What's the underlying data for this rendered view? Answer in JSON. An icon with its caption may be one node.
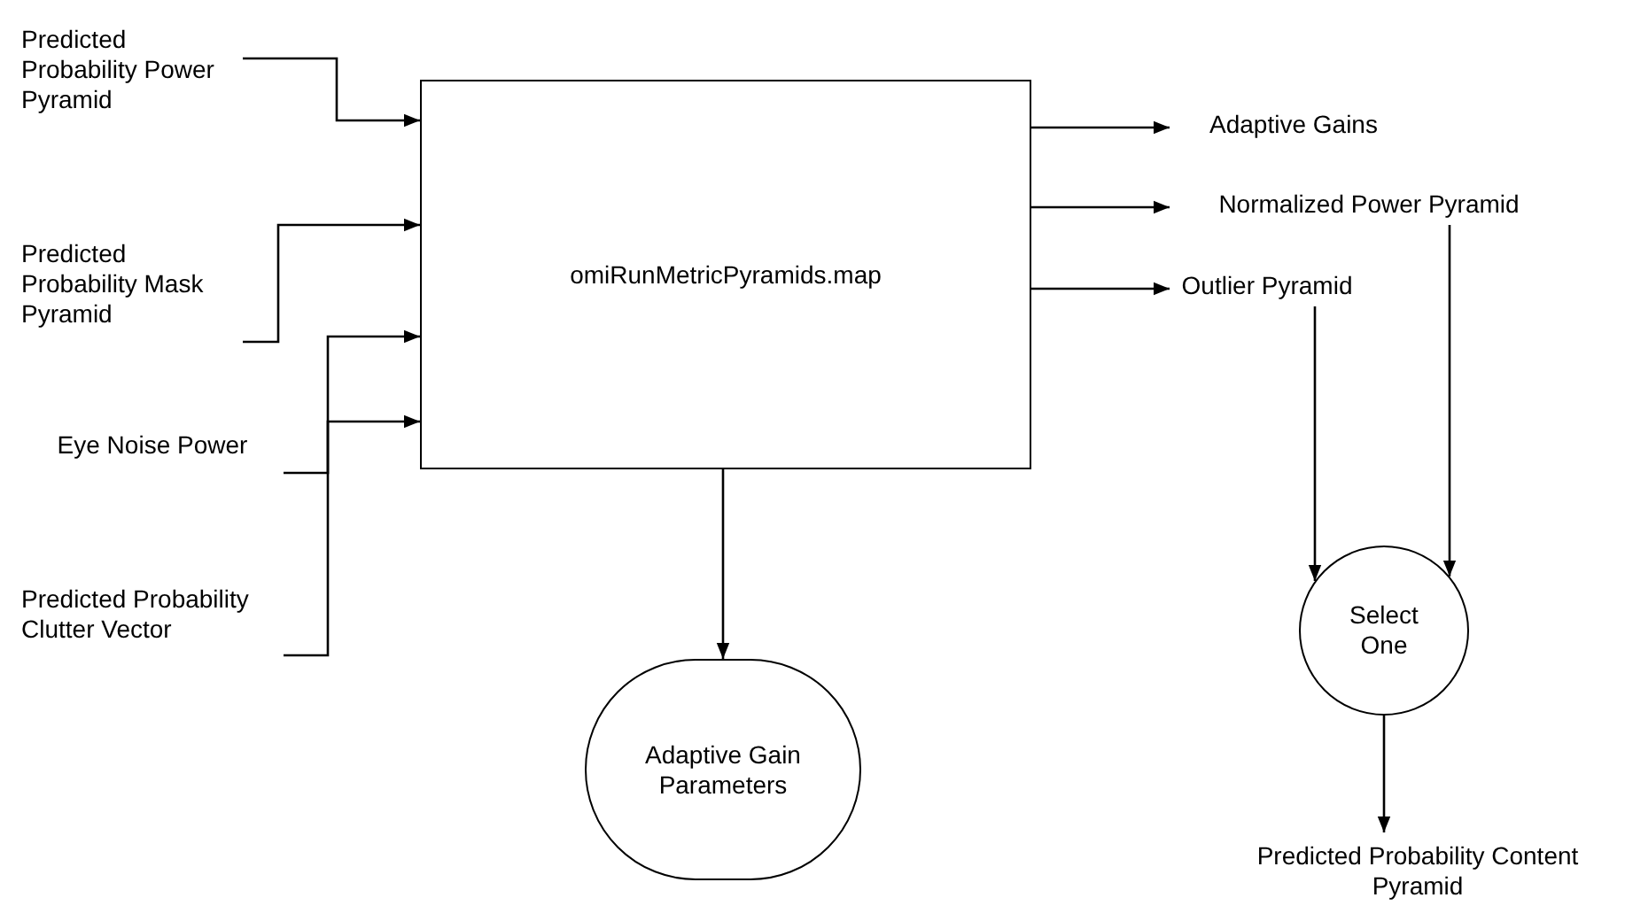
{
  "diagram": {
    "nodes": [
      {
        "text": [
          "Predicted Probability Power Pyramid"
        ]
      },
      {
        "text": [
          "Predicted Probability Mask Pyramid"
        ]
      },
      {
        "text": [
          "Eye Noise Power"
        ]
      },
      {
        "text": [
          "Predicted Probability Clutter Vector"
        ]
      },
      {
        "text": [
          "omiRunMetricPyramids.map"
        ]
      },
      {
        "text": [
          "Adaptive Gains"
        ]
      },
      {
        "text": [
          "Normalized Power Pyramid"
        ]
      },
      {
        "text": [
          "Outlier Pyramid"
        ]
      },
      {
        "text": [
          "Adaptive Gain Parameters"
        ]
      },
      {
        "text": [
          "Select One"
        ]
      },
      {
        "text": [
          "Predicted Probability Content Pyramid"
        ]
      }
    ],
    "edges": [
      {
        "from": 0,
        "to": 4,
        "arrow": "to"
      },
      {
        "from": 1,
        "to": 4,
        "arrow": "to"
      },
      {
        "from": 2,
        "to": 4,
        "arrow": "to"
      },
      {
        "from": 3,
        "to": 4,
        "arrow": "to"
      },
      {
        "from": 4,
        "to": 5,
        "arrow": "to"
      },
      {
        "from": 4,
        "to": 6,
        "arrow": "to"
      },
      {
        "from": 4,
        "to": 7,
        "arrow": "to"
      },
      {
        "from": 4,
        "to": 8,
        "arrow": "to"
      },
      {
        "from": 7,
        "to": 9,
        "arrow": "to"
      },
      {
        "from": 6,
        "to": 9,
        "arrow": "to"
      },
      {
        "from": 9,
        "to": 10,
        "arrow": "to"
      }
    ]
  }
}
